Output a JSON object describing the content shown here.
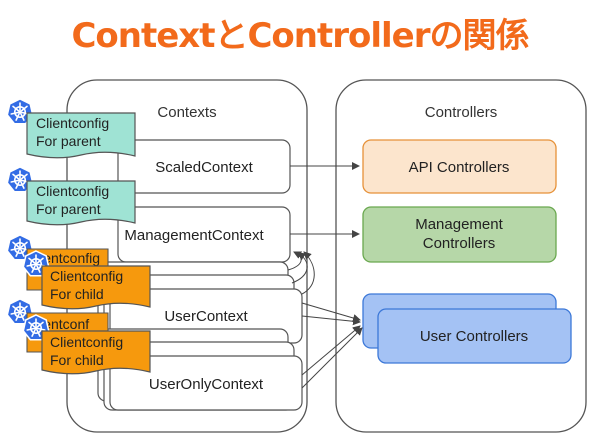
{
  "title": "ContextとControllerの関係",
  "colors": {
    "title": "#f26a1b",
    "box_stroke": "#555555",
    "teal_fill": "#9fe3d4",
    "orange_fill": "#f6990d",
    "api_fill": "#fce5cd",
    "api_stroke": "#e69138",
    "mgmt_fill": "#b6d7a8",
    "mgmt_stroke": "#6aa84f",
    "user_fill": "#a4c2f4",
    "user_stroke": "#3c78d8",
    "k8s_blue": "#326ce5"
  },
  "icons": [
    "kubernetes-logo-icon"
  ],
  "groups": {
    "contexts": "Contexts",
    "controllers": "Controllers"
  },
  "contexts": {
    "scaled": "ScaledContext",
    "management": "ManagementContext",
    "user": "UserContext",
    "user_only": "UserOnlyContext"
  },
  "controllers": {
    "api": "API Controllers",
    "management_line1": "Management",
    "management_line2": "Controllers",
    "user": "User Controllers"
  },
  "clientconfigs": {
    "parent_line1": "Clientconfig",
    "parent_line2": "For parent",
    "child_line1": "Clientconfig",
    "child_line2": "For child",
    "back_partial": "lientconfig",
    "back_partial2": "lientconf"
  }
}
